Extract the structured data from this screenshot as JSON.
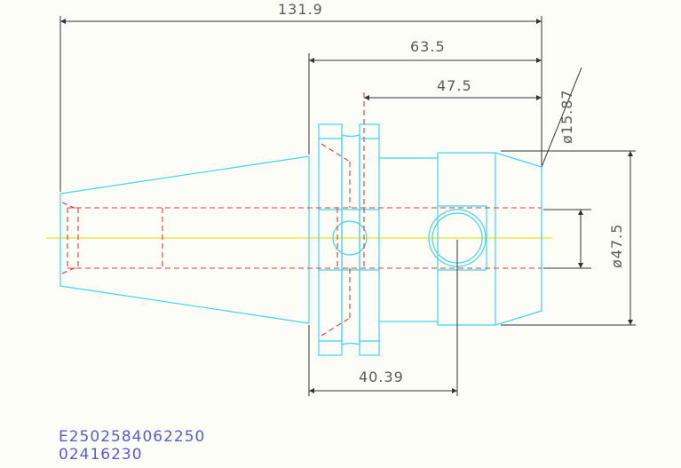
{
  "colors": {
    "outline": "#3fd6e6",
    "hidden": "#e23b3b",
    "centerline": "#e6e62a",
    "dimension": "#333333",
    "code": "#5b5bd6",
    "background": "#fdfdf8"
  },
  "dimensions": {
    "overall_length": "131.9",
    "flange_to_nose": "63.5",
    "body_length": "47.5",
    "flange_to_hole": "40.39",
    "bore_diameter": "ø15.87",
    "body_diameter": "ø47.5"
  },
  "part_codes": {
    "line1": "E2502584062250",
    "line2": "02416230"
  }
}
